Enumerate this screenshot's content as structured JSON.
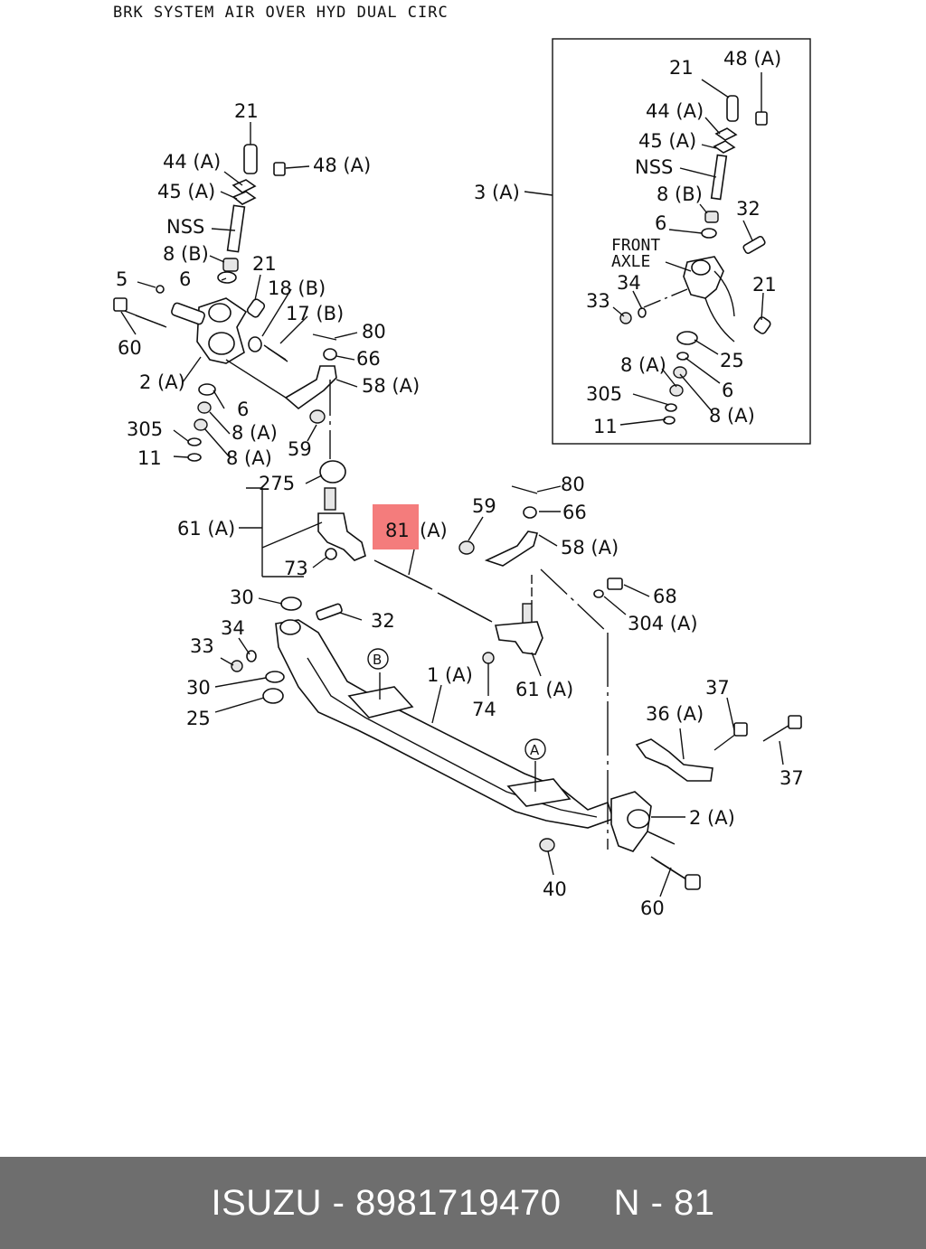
{
  "header": {
    "title": "BRK SYSTEM AIR OVER HYD DUAL CIRC"
  },
  "callouts": {
    "c21_top": "21",
    "c44a_l": "44 (A)",
    "c48a_l": "48 (A)",
    "c45a_l": "45 (A)",
    "nss_l": "NSS",
    "c8b_l": "8 (B)",
    "c21_mid": "21",
    "c5": "5",
    "c6_l1": "6",
    "c18b": "18 (B)",
    "c17b": "17 (B)",
    "c60_l": "60",
    "c80_top": "80",
    "c66_top": "66",
    "c2a_l": "2 (A)",
    "c58a_top": "58 (A)",
    "c6_l2": "6",
    "c305_l": "305",
    "c8a_l1": "8 (A)",
    "c59_l": "59",
    "c11_l": "11",
    "c8a_l2": "8 (A)",
    "c275": "275",
    "c61a_l": "61 (A)",
    "c73": "73",
    "c81a_num": "81",
    "c81a_suffix": "(A)",
    "c59_r": "59",
    "c80_r": "80",
    "c66_r": "66",
    "c58a_r": "58 (A)",
    "c68": "68",
    "c304a": "304 (A)",
    "c30_top": "30",
    "c32_l": "32",
    "c34_l": "34",
    "c33_l": "33",
    "c30_bot": "30",
    "c25_l": "25",
    "c1a": "1 (A)",
    "c74": "74",
    "c61a_r": "61 (A)",
    "c37_top": "37",
    "c36a": "36 (A)",
    "c37_r": "37",
    "c2a_r": "2 (A)",
    "c40": "40",
    "c60_r": "60",
    "mark_b": "B",
    "mark_a": "A"
  },
  "inset": {
    "c21": "21",
    "c48a": "48 (A)",
    "c44a": "44 (A)",
    "c45a": "45 (A)",
    "nss": "NSS",
    "c3a": "3 (A)",
    "c8b": "8 (B)",
    "c32": "32",
    "c6": "6",
    "front": "FRONT",
    "axle": "AXLE",
    "c34": "34",
    "c33": "33",
    "c21_b": "21",
    "c25": "25",
    "c8a_1": "8 (A)",
    "c6_b": "6",
    "c305": "305",
    "c8a_2": "8 (A)",
    "c11": "11"
  },
  "highlight": {
    "color": "#f47c7c",
    "part": "81"
  },
  "footer": {
    "brand": "ISUZU",
    "part_number": "8981719470",
    "page_ref": "N - 81"
  }
}
